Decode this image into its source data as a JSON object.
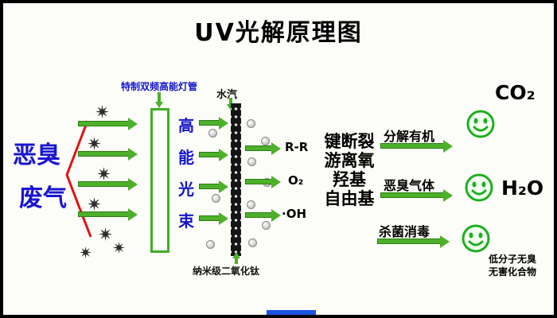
{
  "title": "UV光解原理图",
  "source_gas": {
    "lines": [
      "恶臭",
      "废气"
    ]
  },
  "lamp_label": "特制双频高能灯管",
  "beam_chars": [
    "高",
    "能",
    "光",
    "束"
  ],
  "vapor_label": "水汽",
  "catalyst_label": "纳米级二氧化钛",
  "radical_labels": [
    "R-R",
    "O₂",
    "·OH"
  ],
  "reaction_terms": [
    "键断裂",
    "游离氧",
    "羟基",
    "自由基"
  ],
  "process_labels": [
    "分解有机",
    "恶臭气体",
    "杀菌消毒"
  ],
  "output_labels": {
    "co2": "CO₂",
    "h2o": "H₂O",
    "harmless": [
      "低分子无臭",
      "无害化合物"
    ]
  },
  "colors": {
    "green": "#3fae22",
    "blue": "#1515cc",
    "red": "#e21212",
    "black": "#111111"
  }
}
